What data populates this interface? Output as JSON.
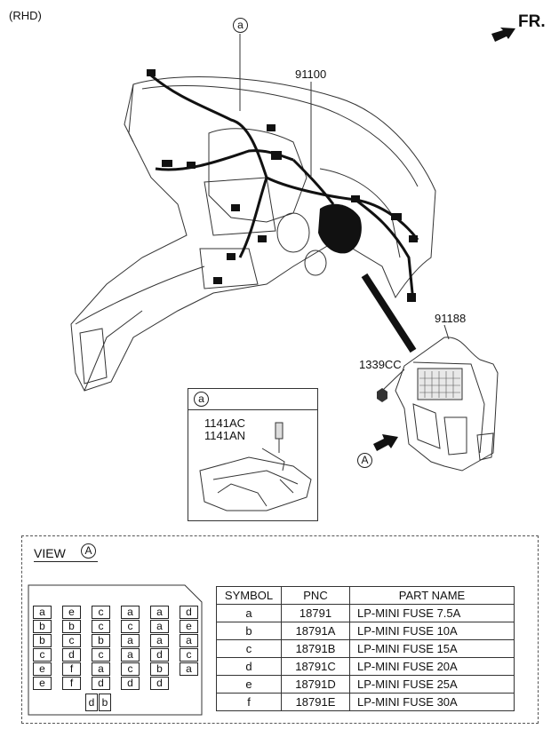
{
  "header": {
    "variant": "(RHD)",
    "direction": "FR."
  },
  "callouts": {
    "circle_a_top": "a",
    "harness_main": "91100",
    "junction_box": "91188",
    "nut": "1339CC",
    "view_arrow": "A"
  },
  "inset": {
    "circle_label": "a",
    "bolt_1": "1141AC",
    "bolt_2": "1141AN"
  },
  "view": {
    "label": "VIEW",
    "circle_label": "A",
    "fuse_grid": [
      [
        "a",
        "e",
        "c",
        "a",
        "a",
        "d"
      ],
      [
        "b",
        "b",
        "c",
        "c",
        "a",
        "e"
      ],
      [
        "b",
        "c",
        "b",
        "a",
        "a",
        "a"
      ],
      [
        "c",
        "d",
        "c",
        "a",
        "d",
        "c"
      ],
      [
        "e",
        "f",
        "a",
        "c",
        "b",
        "a"
      ],
      [
        "e",
        "f",
        "d",
        "d",
        "d",
        ""
      ]
    ],
    "fuse_extra": [
      "d",
      "b"
    ]
  },
  "parts_table": {
    "headers": [
      "SYMBOL",
      "PNC",
      "PART NAME"
    ],
    "rows": [
      [
        "a",
        "18791",
        "LP-MINI FUSE 7.5A"
      ],
      [
        "b",
        "18791A",
        "LP-MINI FUSE 10A"
      ],
      [
        "c",
        "18791B",
        "LP-MINI FUSE 15A"
      ],
      [
        "d",
        "18791C",
        "LP-MINI FUSE 20A"
      ],
      [
        "e",
        "18791D",
        "LP-MINI FUSE 25A"
      ],
      [
        "f",
        "18791E",
        "LP-MINI FUSE 30A"
      ]
    ]
  }
}
